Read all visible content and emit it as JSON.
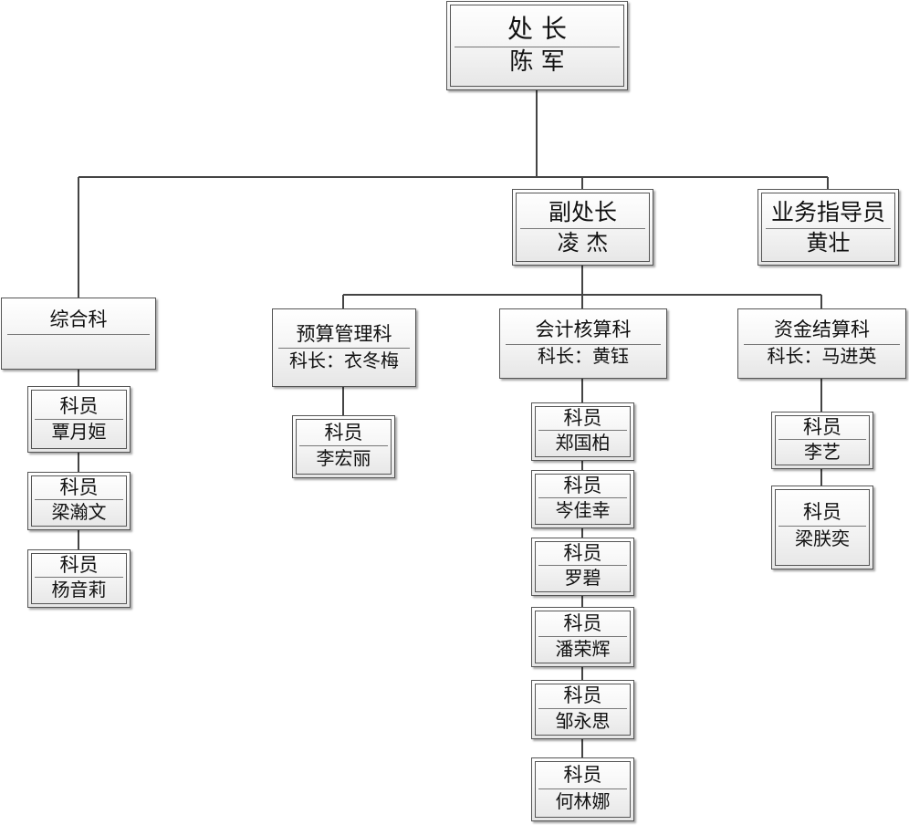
{
  "chart_title": "",
  "nodes": {
    "chief": {
      "title": "处 长",
      "name": "陈 军"
    },
    "deputy": {
      "title": "副处长",
      "name": "凌 杰"
    },
    "guide": {
      "title": "业务指导员",
      "name": "黄壮"
    },
    "zonghe": {
      "title": "综合科",
      "name": ""
    },
    "yusuan": {
      "title": "预算管理科",
      "name": "科长：衣冬梅"
    },
    "kuaiji": {
      "title": "会计核算科",
      "name": "科长：黄钰"
    },
    "zijin": {
      "title": "资金结算科",
      "name": "科长：马进英"
    },
    "zh1": {
      "title": "科员",
      "name": "覃月姮"
    },
    "zh2": {
      "title": "科员",
      "name": "梁瀚文"
    },
    "zh3": {
      "title": "科员",
      "name": "杨音莉"
    },
    "ys1": {
      "title": "科员",
      "name": "李宏丽"
    },
    "kj1": {
      "title": "科员",
      "name": "郑国柏"
    },
    "kj2": {
      "title": "科员",
      "name": "岑佳幸"
    },
    "kj3": {
      "title": "科员",
      "name": "罗碧"
    },
    "kj4": {
      "title": "科员",
      "name": "潘荣辉"
    },
    "kj5": {
      "title": "科员",
      "name": "邹永思"
    },
    "kj6": {
      "title": "科员",
      "name": "何林娜"
    },
    "zj1": {
      "title": "科员",
      "name": "李艺"
    },
    "zj2": {
      "title": "科员",
      "name": "梁朕奕"
    }
  }
}
